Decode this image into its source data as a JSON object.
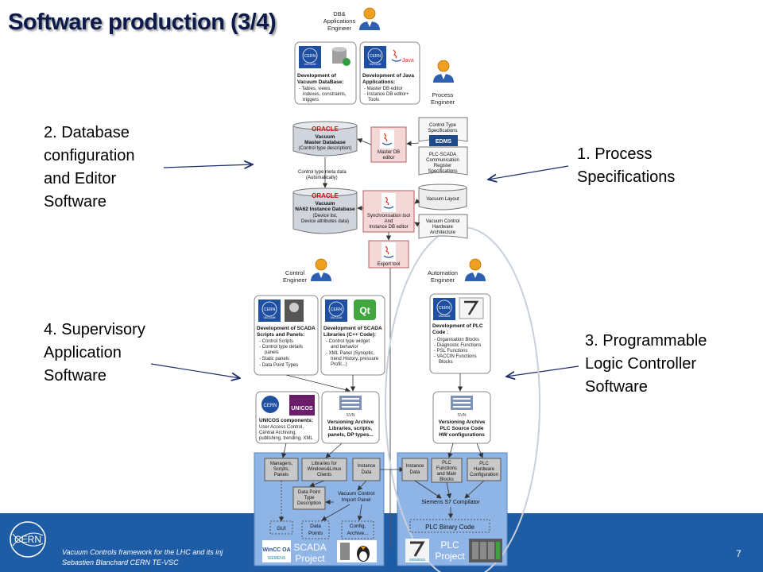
{
  "slide": {
    "title": "Software production (3/4)",
    "page_number": "7",
    "footer_line1": "Vacuum Controls framework for the LHC and its inj",
    "footer_line2": "Sebastien Blanchard CERN TE-VSC"
  },
  "callouts": {
    "database": "2. Database\nconfiguration\nand Editor\nSoftware",
    "process": "1. Process\nSpecifications",
    "supervisory": "4. Supervisory\nApplication\nSoftware",
    "plc": "3. Programmable\nLogic Controller\nSoftware"
  },
  "roles": {
    "db_engineer": [
      "DB&",
      "Applications",
      "Engineer"
    ],
    "process_engineer": [
      "Process",
      "Engineer"
    ],
    "control_engineer": [
      "Control",
      "Engineer"
    ],
    "automation_engineer": [
      "Automation",
      "Engineer"
    ]
  },
  "diagram": {
    "dev_vacuum_db": {
      "title": [
        "Development of",
        "Vacuum DataBase:"
      ],
      "items": [
        "- Tables, views,",
        "indexes, constraints,",
        "triggers"
      ]
    },
    "dev_java": {
      "title": [
        "Development of Java",
        "Applications:"
      ],
      "items": [
        "- Master DB editor",
        "- Instance DB editor+",
        "Tools"
      ]
    },
    "master_db": {
      "brand": "ORACLE",
      "lines": [
        "Vacuum",
        "Master Database",
        "(Control type description)"
      ]
    },
    "master_editor": [
      "Master DB",
      "editor"
    ],
    "control_type_specs": [
      "Control Type",
      "Specifications"
    ],
    "edms": "EDMS",
    "plc_scada_reg": [
      "PLC-SCADA",
      "Communication",
      "Register",
      "Specifications"
    ],
    "meta_data_label": [
      "Control type meta data",
      "(Automatically)"
    ],
    "instance_db": {
      "brand": "ORACLE",
      "lines": [
        "Vacuum",
        "NA62 Instance Database",
        "(Device list,",
        "Device attributes data)"
      ]
    },
    "sync_tool": [
      "Synchronisation tool",
      "And",
      "Instance DB editor"
    ],
    "vacuum_layout": "Vacuum Layout",
    "hw_architecture": [
      "Vacuum Control",
      "Hardware",
      "Architecture"
    ],
    "export_tool": "Export tool",
    "dev_scada": {
      "title": [
        "Development of SCADA",
        "Scripts and Panels:"
      ],
      "items": [
        "- Control Scripts",
        "- Control type details",
        "panels",
        "- Static panels",
        "- Data Point Types"
      ]
    },
    "dev_libs": {
      "title": [
        "Development of SCADA",
        "Libraries (C++ Code):"
      ],
      "items": [
        "- Control type widget",
        "and behavior",
        "- XML Panel (Synoptic,",
        "trend History, pressure",
        "Profil...)"
      ]
    },
    "dev_plc": {
      "title": [
        "Development of PLC",
        "Code :"
      ],
      "items": [
        "- Organisation Blocks",
        "- Diagnostic Functions",
        "- PSL Functions",
        "- VACCIN Functions",
        "Blocks"
      ]
    },
    "unicos": {
      "title": "UNICOS components:",
      "items": [
        "User Access Control,",
        "Central Archiving,",
        "publishing, trending, XML"
      ]
    },
    "svn_scada": [
      "Versioning Archive",
      "Libraries, scripts,",
      "panels, DP types..."
    ],
    "svn_plc": [
      "Versioning Archive",
      "PLC Source Code",
      "HW configurations"
    ],
    "svn_label": "SVN",
    "scada_boxes": {
      "managers": [
        "Managers,",
        "Scripts,",
        "Panels"
      ],
      "libraries": [
        "Libraries for",
        "Windows&Linux",
        "Clients"
      ],
      "instance": [
        "Instance",
        "Data"
      ],
      "dp_type": [
        "Data Point",
        "Type",
        "Description"
      ],
      "import_panel": [
        "Vacuum Control",
        "Import Panel"
      ],
      "gui": "GUI",
      "data_points": [
        "Data",
        "Points"
      ],
      "config": [
        "Config,",
        "Archive..."
      ]
    },
    "plc_boxes": {
      "instance": [
        "Instance",
        "Data"
      ],
      "functions": [
        "PLC",
        "Functions",
        "and Main",
        "Blocks"
      ],
      "hw_config": [
        "PLC",
        "Hardware",
        "Configuration"
      ],
      "compiler": "Siemens S7 Compilator",
      "binary": "PLC Binary Code"
    },
    "scada_project": [
      "SCADA",
      "Project"
    ],
    "plc_project": [
      "PLC",
      "Project"
    ],
    "wincc": "WinCC OA",
    "siemens": "SIEMENS",
    "unicos_logo": "UNICOS",
    "java": "Java",
    "qt": "Qt",
    "cern": "CERN"
  }
}
